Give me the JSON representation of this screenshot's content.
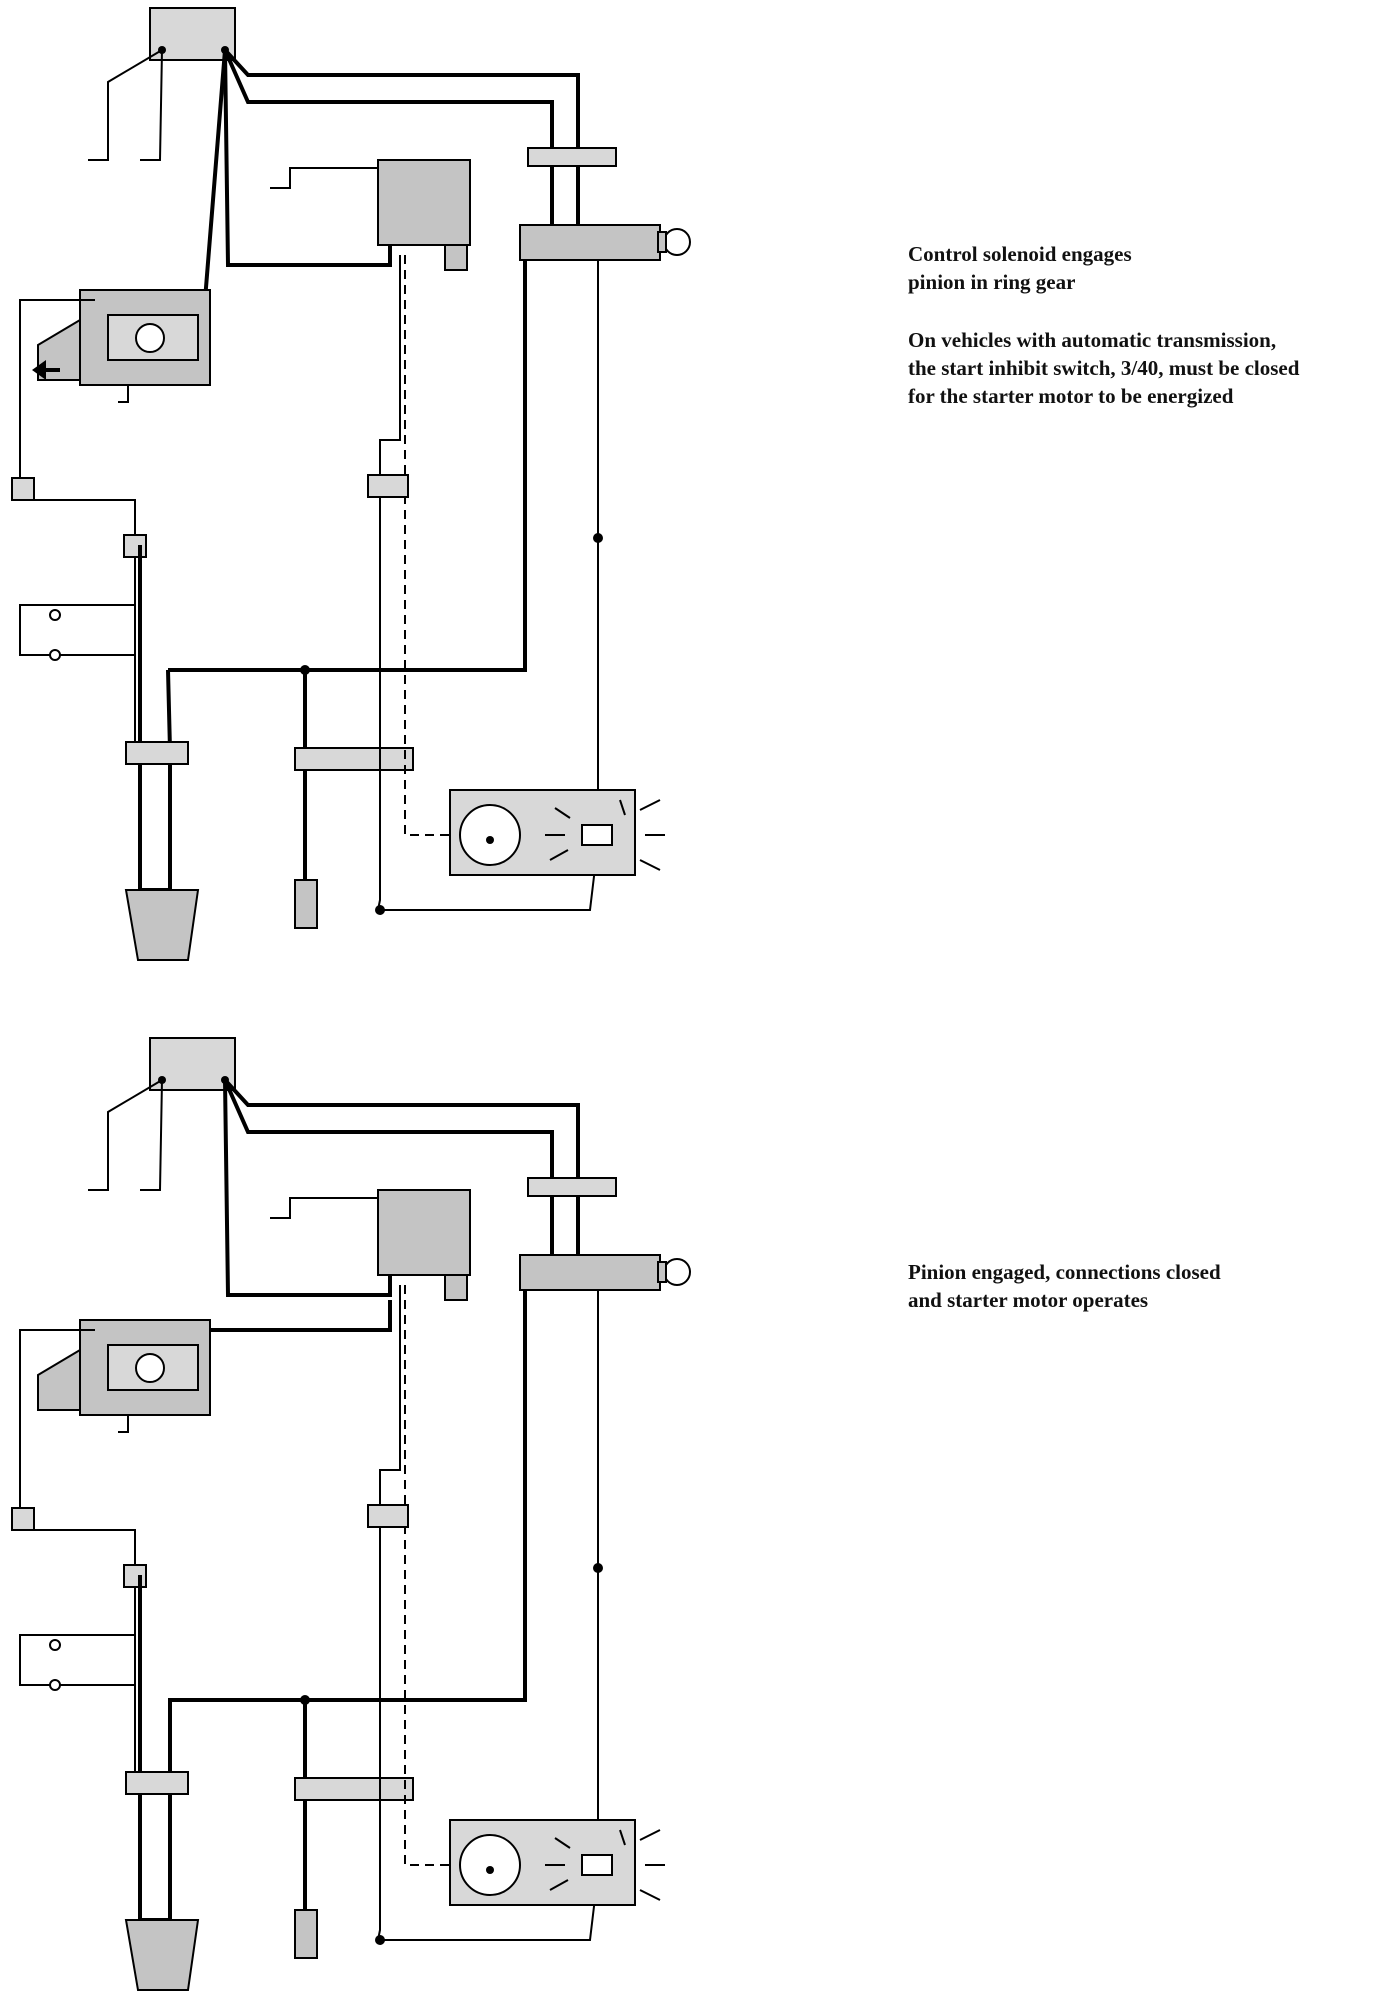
{
  "captions": {
    "panel_1": {
      "line_1": "Control solenoid engages",
      "line_2": "pinion in ring gear",
      "line_3": "On vehicles with automatic transmission,",
      "line_4": "the start inhibit switch, 3/40, must be closed",
      "line_5": "for the starter motor to be energized"
    },
    "panel_2": {
      "line_1": "Pinion engaged, connections closed",
      "line_2": "and starter motor operates"
    }
  },
  "icons": [
    "starter-motor-icon",
    "battery-icon",
    "ignition-switch-icon",
    "gauge-icon",
    "warning-lamp-icon",
    "arrow-left-icon"
  ],
  "colors": {
    "ink": "#000000",
    "fill": "#c4c4c4",
    "background": "#ffffff"
  }
}
